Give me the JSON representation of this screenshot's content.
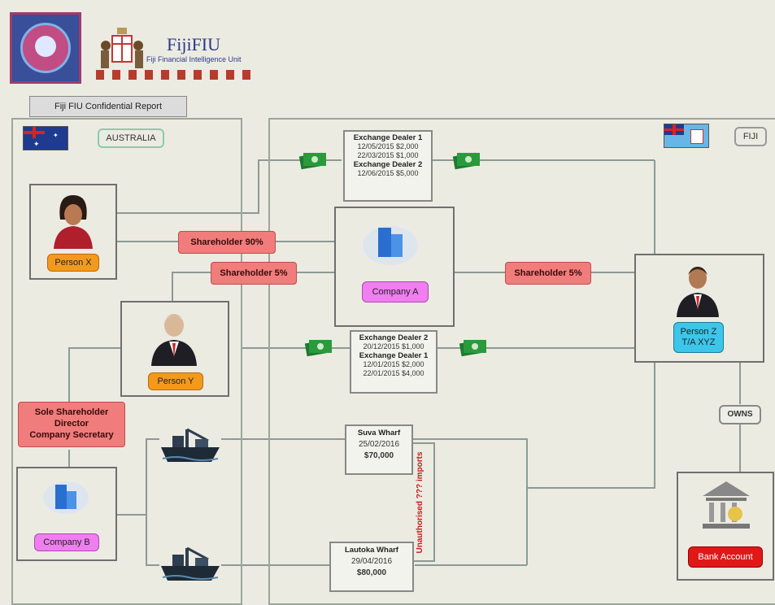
{
  "header": {
    "brand": "FijiFIU",
    "tagline": "Fiji Financial Intelligence Unit",
    "report_label": "Fiji FIU Confidential Report"
  },
  "regions": {
    "left_label": "AUSTRALIA",
    "right_label": "FIJI"
  },
  "entities": {
    "person_x": "Person X",
    "person_y": "Person Y",
    "person_z": "Person Z\nT/A XYZ",
    "company_a": "Company A",
    "company_b": "Company B",
    "bank": "Bank Account"
  },
  "relations": {
    "sh90": "Shareholder 90%",
    "sh5_left": "Shareholder 5%",
    "sh5_right": "Shareholder 5%",
    "sole": "Sole Shareholder\nDirector\nCompany Secretary",
    "owns": "OWNS",
    "imports": "Unauthorised ??? imports"
  },
  "dealers_top": [
    {
      "title": "Exchange Dealer 1",
      "lines": [
        "12/05/2015 $2,000",
        "22/03/2015 $1,000"
      ]
    },
    {
      "title": "Exchange Dealer 2",
      "lines": [
        "12/06/2015 $5,000"
      ]
    }
  ],
  "dealers_mid": [
    {
      "title": "Exchange Dealer 2",
      "lines": [
        "20/12/2015 $1,000"
      ]
    },
    {
      "title": "Exchange Dealer 1",
      "lines": [
        "12/01/2015 $2,000",
        "22/01/2015 $4,000"
      ]
    }
  ],
  "wharves": {
    "suva": {
      "title": "Suva Wharf",
      "date": "25/02/2016",
      "amount": "$70,000"
    },
    "lautoka": {
      "title": "Lautoka Wharf",
      "date": "29/04/2016",
      "amount": "$80,000"
    }
  },
  "colors": {
    "person_tag": "#f39a1c",
    "company_tag": "#f07ef0",
    "person_z_tag": "#3cc6ea",
    "bank_tag": "#e01818",
    "shareholder": "#f07c7c"
  }
}
